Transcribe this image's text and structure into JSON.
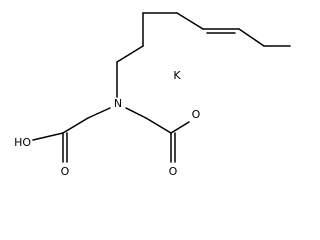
{
  "atoms": {
    "n": "N",
    "o_ho": "HO",
    "o_carbonyl_left": "O",
    "o_ester": "O",
    "o_carbonyl_right": "O",
    "k": "K"
  },
  "colors": {
    "bond": "#000000",
    "text": "#000000",
    "background": "#ffffff"
  }
}
